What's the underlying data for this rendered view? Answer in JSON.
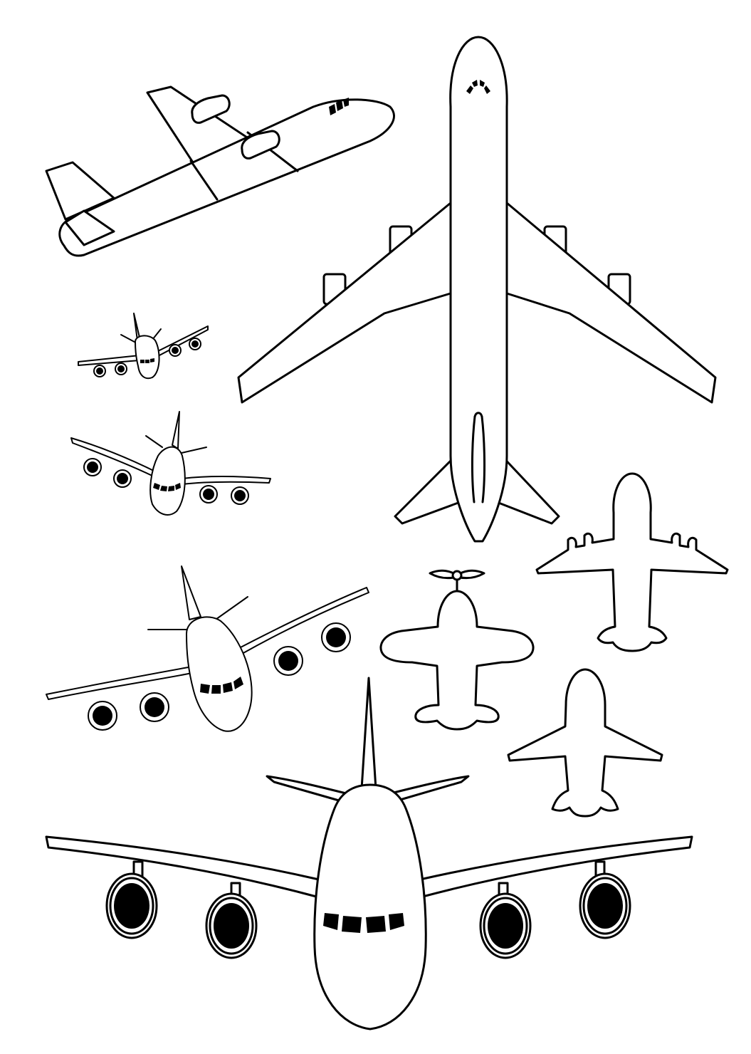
{
  "page": {
    "title": "",
    "background": "#ffffff",
    "line_color": "#000000"
  },
  "illustrations": [
    {
      "name": "airliner-banking-side-view",
      "icon": "airplane-side-icon"
    },
    {
      "name": "jumbo-jet-top-view",
      "icon": "airplane-top-icon"
    },
    {
      "name": "small-four-engine-jet-front-view",
      "icon": "airplane-front-icon"
    },
    {
      "name": "four-engine-jet-front-view-medium",
      "icon": "airplane-front-icon"
    },
    {
      "name": "four-engine-jet-front-view-large",
      "icon": "airplane-front-icon"
    },
    {
      "name": "propeller-plane-silhouette",
      "icon": "propeller-plane-icon"
    },
    {
      "name": "four-engine-plane-silhouette",
      "icon": "airplane-silhouette-icon"
    },
    {
      "name": "jet-plane-silhouette",
      "icon": "airplane-silhouette-icon"
    },
    {
      "name": "jumbo-jet-front-view-bottom",
      "icon": "airplane-front-icon"
    }
  ]
}
